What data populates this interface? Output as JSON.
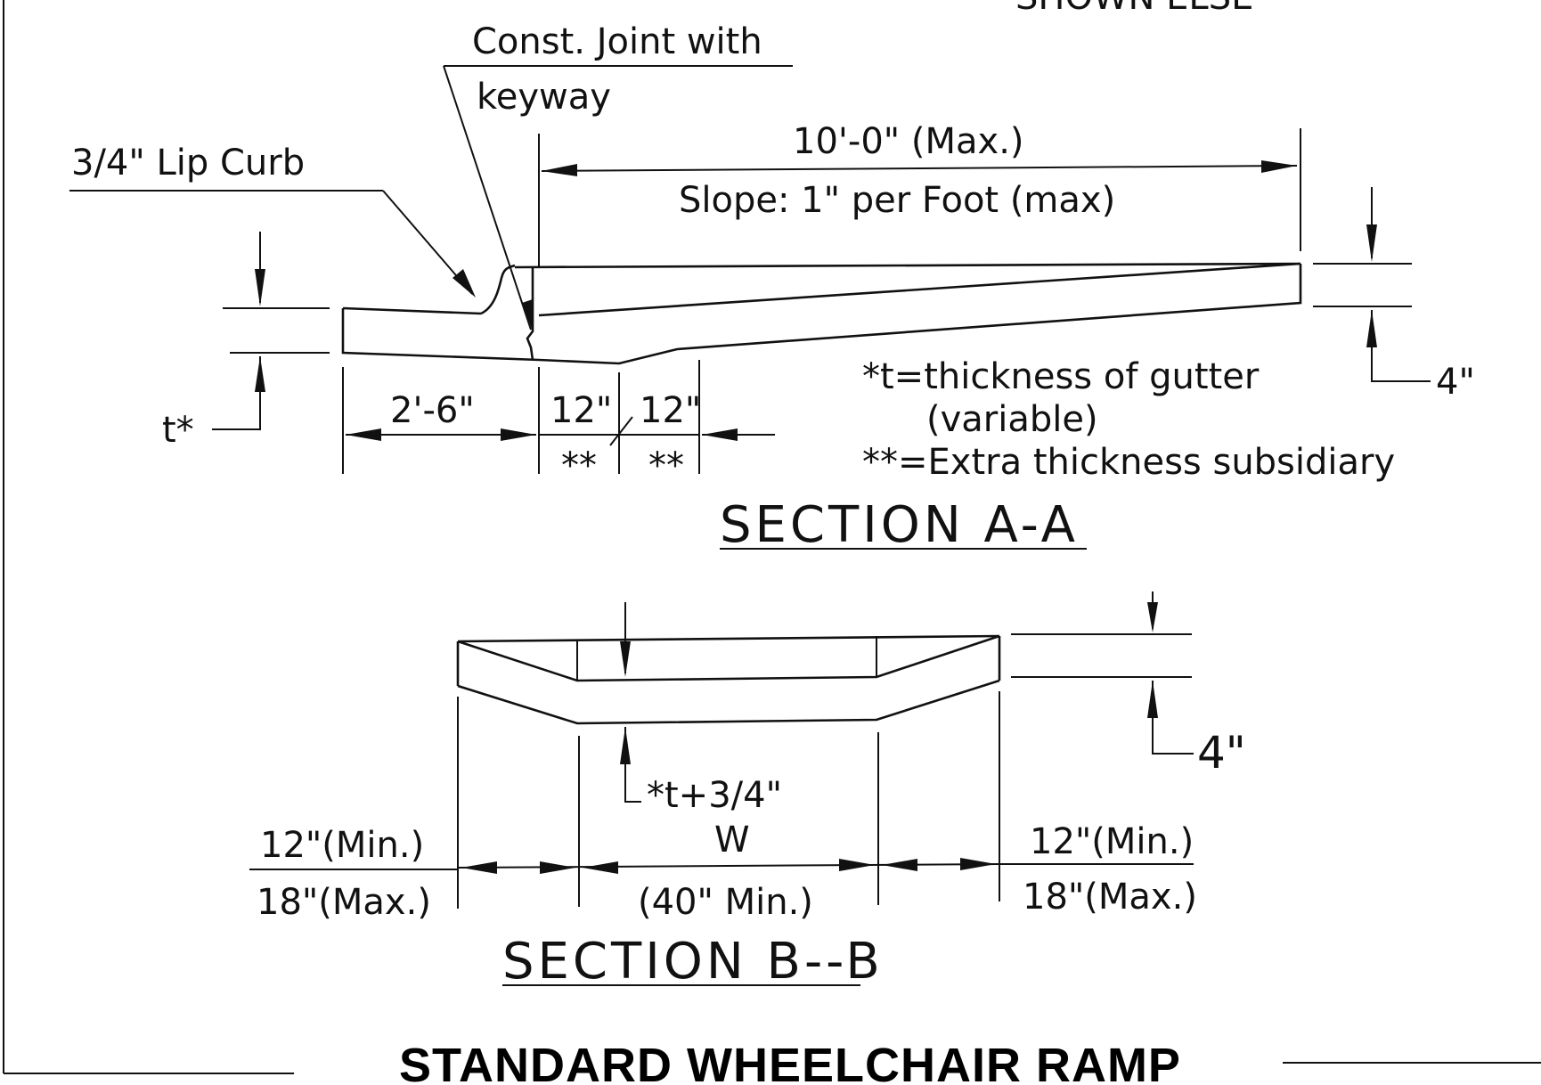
{
  "top_partial_text": "SHOWN ELSE",
  "section_a": {
    "labels": {
      "const_joint_line1": "Const. Joint with",
      "const_joint_line2": "keyway",
      "lip_curb": "3/4\" Lip Curb",
      "length": "10'-0\" (Max.)",
      "slope": "Slope: 1\" per Foot (max)",
      "t_star": "t*",
      "dim_2_6": "2'-6\"",
      "dim_12_a": "12\"",
      "dim_12_b": "12\"",
      "star_a": "**",
      "star_b": "**",
      "right_4in": "4\"",
      "note_t_line1": "*t=thickness of gutter",
      "note_t_line2": "(variable)",
      "note_extra": "**=Extra thickness subsidiary"
    },
    "title": "SECTION A-A"
  },
  "section_b": {
    "labels": {
      "right_4in": "4\"",
      "t_plus": "*t+3/4\"",
      "w": "W",
      "w_min": "(40\" Min.)",
      "left_min": "12\"(Min.)",
      "left_max": "18\"(Max.)",
      "right_min": "12\"(Min.)",
      "right_max": "18\"(Max.)"
    },
    "title": "SECTION B--B"
  },
  "drawing_title": "STANDARD WHEELCHAIR RAMP"
}
